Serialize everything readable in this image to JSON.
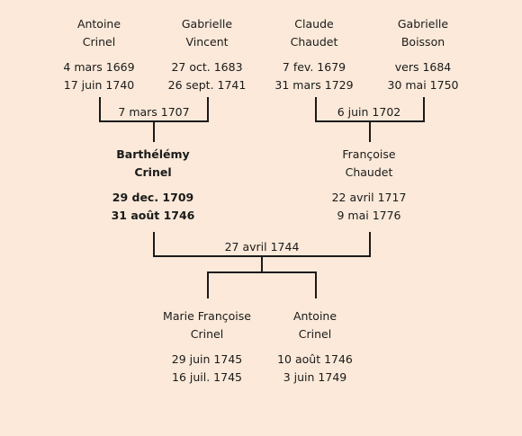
{
  "people": {
    "antoine_p": {
      "first": "Antoine",
      "last": "Crinel",
      "birth": "4 mars 1669",
      "death": "17 juin 1740"
    },
    "gabrielle_v": {
      "first": "Gabrielle",
      "last": "Vincent",
      "birth": "27 oct. 1683",
      "death": "26 sept. 1741"
    },
    "claude_c": {
      "first": "Claude",
      "last": "Chaudet",
      "birth": "7 fev. 1679",
      "death": "31 mars 1729"
    },
    "gabrielle_b": {
      "first": "Gabrielle",
      "last": "Boisson",
      "birth": "vers 1684",
      "death": "30 mai 1750"
    },
    "barthelemy": {
      "first": "Barthélémy",
      "last": "Crinel",
      "birth": "29 dec. 1709",
      "death": "31 août 1746"
    },
    "francoise": {
      "first": "Françoise",
      "last": "Chaudet",
      "birth": "22 avril 1717",
      "death": "9 mai 1776"
    },
    "marie_f": {
      "first": "Marie Françoise",
      "last": "Crinel",
      "birth": "29 juin 1745",
      "death": "16 juil. 1745"
    },
    "antoine_c": {
      "first": "Antoine",
      "last": "Crinel",
      "birth": "10 août 1746",
      "death": "3 juin 1749"
    }
  },
  "marriages": {
    "crinel_vincent": "7 mars 1707",
    "chaudet_boisson": "6 juin 1702",
    "crinel_chaudet": "27 avril 1744"
  }
}
